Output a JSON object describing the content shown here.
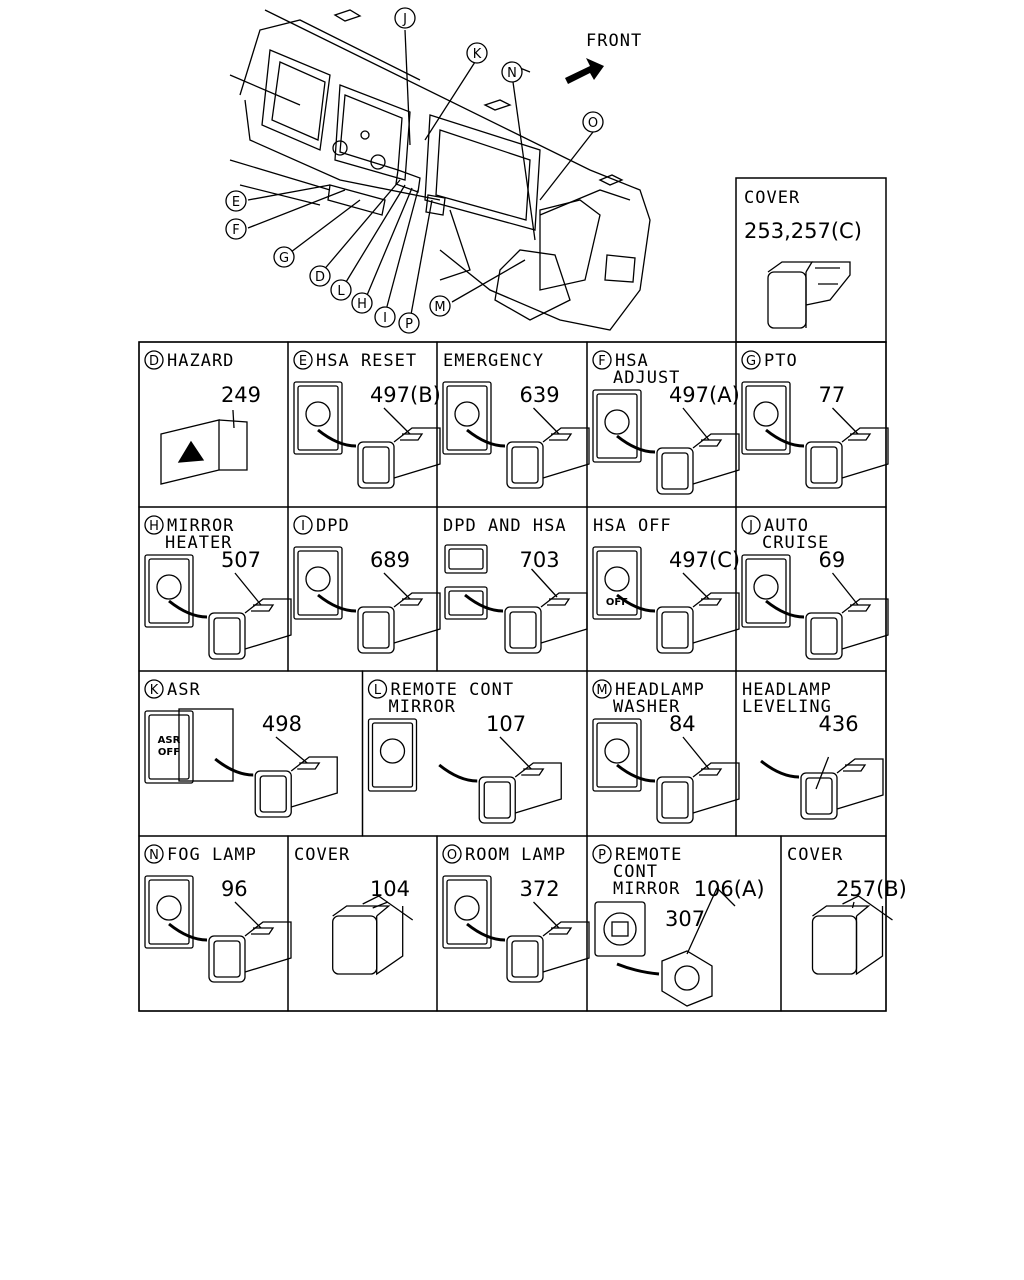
{
  "overview": {
    "front_label": "FRONT",
    "callouts": [
      "J",
      "K",
      "N",
      "O",
      "E",
      "F",
      "G",
      "D",
      "L",
      "H",
      "I",
      "P",
      "M"
    ]
  },
  "cover_top": {
    "title": "COVER",
    "part": "253,257(C)"
  },
  "cells": [
    {
      "id": "hazard",
      "letter": "D",
      "title": [
        "HAZARD"
      ],
      "part": "249"
    },
    {
      "id": "hsa-reset",
      "letter": "E",
      "title": [
        "HSA RESET"
      ],
      "part": "497(B)"
    },
    {
      "id": "emergency",
      "letter": "",
      "title": [
        "EMERGENCY"
      ],
      "part": "639"
    },
    {
      "id": "hsa-adjust",
      "letter": "F",
      "title": [
        "HSA",
        "ADJUST"
      ],
      "part": "497(A)"
    },
    {
      "id": "pto",
      "letter": "G",
      "title": [
        "PTO"
      ],
      "part": "77"
    },
    {
      "id": "mirror-heater",
      "letter": "H",
      "title": [
        "MIRROR",
        "HEATER"
      ],
      "part": "507"
    },
    {
      "id": "dpd",
      "letter": "I",
      "title": [
        "DPD"
      ],
      "part": "689"
    },
    {
      "id": "dpd-and-hsa",
      "letter": "",
      "title": [
        "DPD AND HSA"
      ],
      "part": "703"
    },
    {
      "id": "hsa-off",
      "letter": "",
      "title": [
        "HSA OFF"
      ],
      "part": "497(C)",
      "icon_text": "OFF"
    },
    {
      "id": "auto-cruise",
      "letter": "J",
      "title": [
        "AUTO",
        "CRUISE"
      ],
      "part": "69"
    },
    {
      "id": "asr",
      "letter": "K",
      "title": [
        "ASR"
      ],
      "part": "498",
      "icon_text": [
        "ASR",
        "OFF"
      ]
    },
    {
      "id": "remote-cont-mirror",
      "letter": "L",
      "title": [
        "REMOTE CONT",
        "MIRROR"
      ],
      "part": "107"
    },
    {
      "id": "headlamp-washer",
      "letter": "M",
      "title": [
        "HEADLAMP",
        "WASHER"
      ],
      "part": "84"
    },
    {
      "id": "headlamp-leveling",
      "letter": "",
      "title": [
        "HEADLAMP",
        "LEVELING"
      ],
      "part": "436"
    },
    {
      "id": "fog-lamp",
      "letter": "N",
      "title": [
        "FOG LAMP"
      ],
      "part": "96"
    },
    {
      "id": "cover-104",
      "letter": "",
      "title": [
        "COVER"
      ],
      "part": "104"
    },
    {
      "id": "room-lamp",
      "letter": "O",
      "title": [
        "ROOM LAMP"
      ],
      "part": "372"
    },
    {
      "id": "remote-cont-mirror-p",
      "letter": "P",
      "title": [
        "REMOTE",
        "CONT",
        "MIRROR"
      ],
      "part": "106(A)",
      "part2": "307"
    },
    {
      "id": "cover-257b",
      "letter": "",
      "title": [
        "COVER"
      ],
      "part": "257(B)"
    }
  ]
}
